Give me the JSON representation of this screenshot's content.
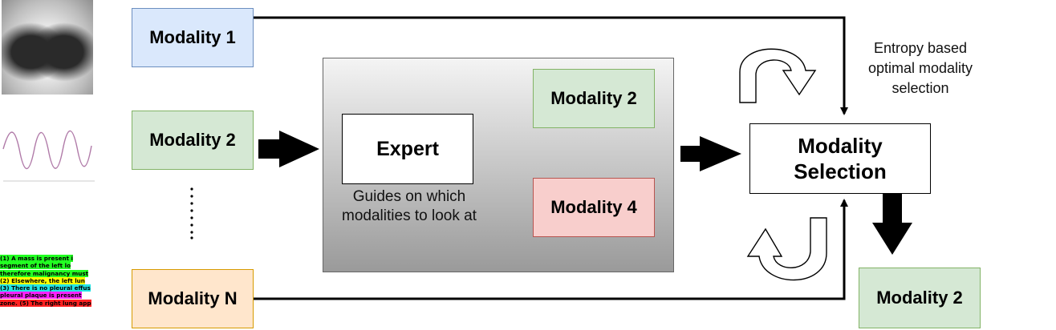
{
  "inputs": {
    "modality_1": "Modality 1",
    "modality_2": "Modality 2",
    "modality_n": "Modality N"
  },
  "expert": {
    "label": "Expert",
    "caption_line1": "Guides on which",
    "caption_line2": "modalities to look at"
  },
  "expert_outputs": {
    "top": "Modality 2",
    "bottom": "Modality 4"
  },
  "selection": {
    "label_line1": "Modality",
    "label_line2": "Selection",
    "annotation_line1": "Entropy based",
    "annotation_line2": "optimal modality",
    "annotation_line3": "selection"
  },
  "output": {
    "label": "Modality 2"
  },
  "report_lines": [
    [
      "(1) A mass is present i",
      "hl-g"
    ],
    [
      "segment of the left lo",
      "hl-g"
    ],
    [
      "therefore malignancy must",
      "hl-g"
    ],
    [
      "(2) Elsewhere, the left lun",
      "hl-y"
    ],
    [
      "(3) There is no pleural effus",
      "hl-c"
    ],
    [
      "pleural plaque is present",
      "hl-m"
    ],
    [
      "zone. (5) The right lung app",
      "hl-r"
    ]
  ],
  "colors": {
    "blue_fill": "#dae8fc",
    "green_fill": "#d5e8d4",
    "orange_fill": "#ffe6cc",
    "red_fill": "#f8cecc"
  }
}
